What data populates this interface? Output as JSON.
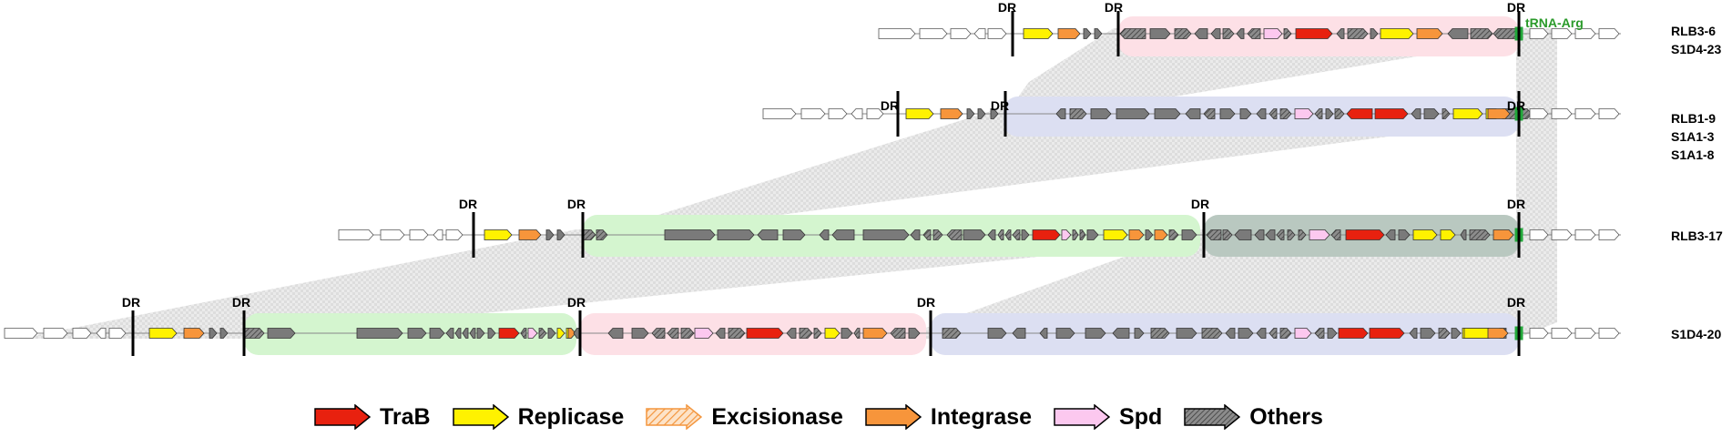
{
  "rows": [
    {
      "strains": [
        "RLB3-6",
        "S1D4-23"
      ],
      "dr_labels": [
        "DR",
        "DR",
        "DR"
      ],
      "trna_label": "tRNA-Arg",
      "regions": [
        "pink"
      ]
    },
    {
      "strains": [
        "RLB1-9",
        "S1A1-3",
        "S1A1-8"
      ],
      "dr_labels": [
        "DR",
        "DR",
        "DR"
      ],
      "regions": [
        "lavender"
      ]
    },
    {
      "strains": [
        "RLB3-17"
      ],
      "dr_labels": [
        "DR",
        "DR",
        "DR",
        "DR"
      ],
      "regions": [
        "green",
        "grey"
      ]
    },
    {
      "strains": [
        "S1D4-20"
      ],
      "dr_labels": [
        "DR",
        "DR",
        "DR",
        "DR",
        "DR"
      ],
      "regions": [
        "green",
        "pink",
        "lavender"
      ]
    }
  ],
  "legend": [
    {
      "label": "TraB",
      "fill": "#e8210f"
    },
    {
      "label": "Replicase",
      "fill": "#fff200"
    },
    {
      "label": "Excisionase",
      "fill": "hatch-orange"
    },
    {
      "label": "Integrase",
      "fill": "#f7953b"
    },
    {
      "label": "Spd",
      "fill": "#fcc8ef"
    },
    {
      "label": "Others",
      "fill": "hatch-grey"
    }
  ],
  "colors": {
    "TraB": "#e8210f",
    "Replicase": "#fff200",
    "Integrase": "#f7953b",
    "Spd": "#fcc8ef",
    "Others": "#7a7a7a",
    "tRNA": "#22a83a",
    "region_pink": "#fde0e6",
    "region_lavender": "#dcdff2",
    "region_green": "#d4f5cf",
    "region_grey": "#b9c8c0",
    "synteny_band": "#e6e6e6"
  }
}
